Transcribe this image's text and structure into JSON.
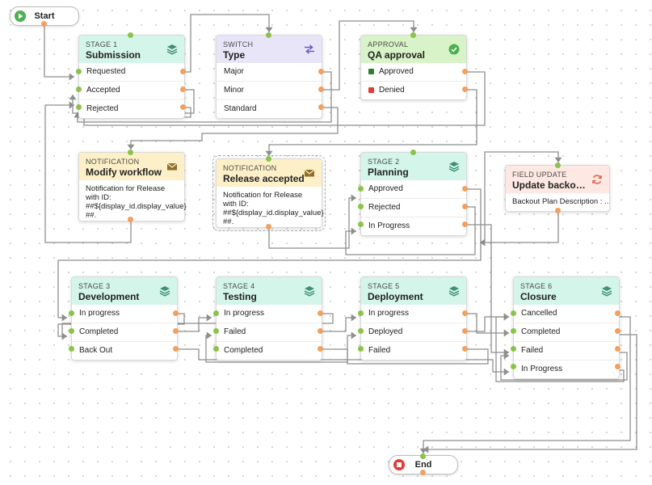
{
  "start_label": "Start",
  "end_label": "End",
  "nodes": {
    "submission": {
      "kind": "STAGE 1",
      "title": "Submission",
      "rows": [
        "Requested",
        "Accepted",
        "Rejected"
      ]
    },
    "type": {
      "kind": "SWITCH",
      "title": "Type",
      "rows": [
        "Major",
        "Minor",
        "Standard"
      ]
    },
    "qa": {
      "kind": "APPROVAL",
      "title": "QA approval",
      "rows": [
        "Approved",
        "Denied"
      ]
    },
    "modify": {
      "kind": "NOTIFICATION",
      "title": "Modify workflow",
      "body": "Notification for Release with ID: ##${display_id.display_value} ##."
    },
    "release": {
      "kind": "NOTIFICATION",
      "title": "Release accepted",
      "body": "Notification for Release with ID: ##${display_id.display_value} ##."
    },
    "planning": {
      "kind": "STAGE 2",
      "title": "Planning",
      "rows": [
        "Approved",
        "Rejected",
        "In Progress"
      ]
    },
    "backout": {
      "kind": "FIELD UPDATE",
      "title": "Update backout p...",
      "body": "Backout Plan Description : ..."
    },
    "development": {
      "kind": "STAGE 3",
      "title": "Development",
      "rows": [
        "In progress",
        "Completed",
        "Back Out"
      ]
    },
    "testing": {
      "kind": "STAGE 4",
      "title": "Testing",
      "rows": [
        "In progress",
        "Failed",
        "Completed"
      ]
    },
    "deployment": {
      "kind": "STAGE 5",
      "title": "Deployment",
      "rows": [
        "In progress",
        "Deployed",
        "Failed"
      ]
    },
    "closure": {
      "kind": "STAGE 6",
      "title": "Closure",
      "rows": [
        "Cancelled",
        "Completed",
        "Failed",
        "In Progress"
      ]
    }
  },
  "icons": {
    "stage": "layers-icon",
    "switch": "swap-arrows-icon",
    "approval": "check-circle-icon",
    "notification": "envelope-icon",
    "field_update": "refresh-icon",
    "start": "play-icon",
    "end": "stop-icon"
  },
  "colors": {
    "stage": "#d4f5ea",
    "switch": "#e9e5f8",
    "approval": "#d9f3c8",
    "notification": "#fdf0c8",
    "field_update": "#fde8e3",
    "approved": "#2e7d32",
    "denied": "#e53935",
    "input_port": "#8bc34a",
    "output_port": "#f0a060",
    "connector": "#8e8e8e"
  }
}
